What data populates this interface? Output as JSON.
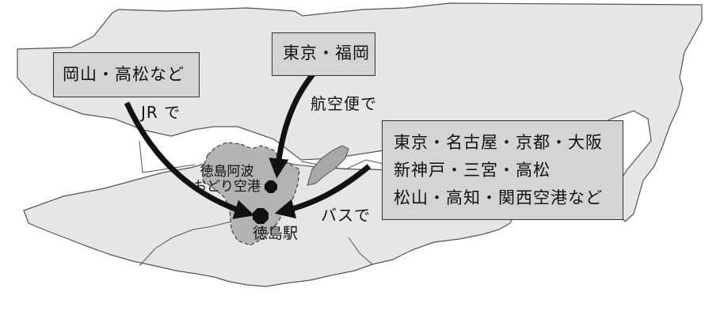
{
  "origins": {
    "okayama": {
      "label": "岡山・高松など"
    },
    "tokyo_fukuoka": {
      "label": "東京・福岡"
    },
    "bus_cities": {
      "lines": [
        "東京・名古屋・京都・大阪",
        "新神戸・三宮・高松",
        "松山・高知・関西空港など"
      ]
    }
  },
  "routes": {
    "jr": "JR で",
    "air": "航空便で",
    "bus": "バスで"
  },
  "places": {
    "airport": {
      "lines": [
        "徳島阿波",
        "おどり空港"
      ]
    },
    "station": "徳島駅"
  },
  "colors": {
    "land": "#e6e6e6",
    "tokushima_area": "#b3b3b3",
    "island": "#a8a8a8",
    "box": "#d4d4d4",
    "outline": "#555555",
    "arrow": "#111111"
  }
}
